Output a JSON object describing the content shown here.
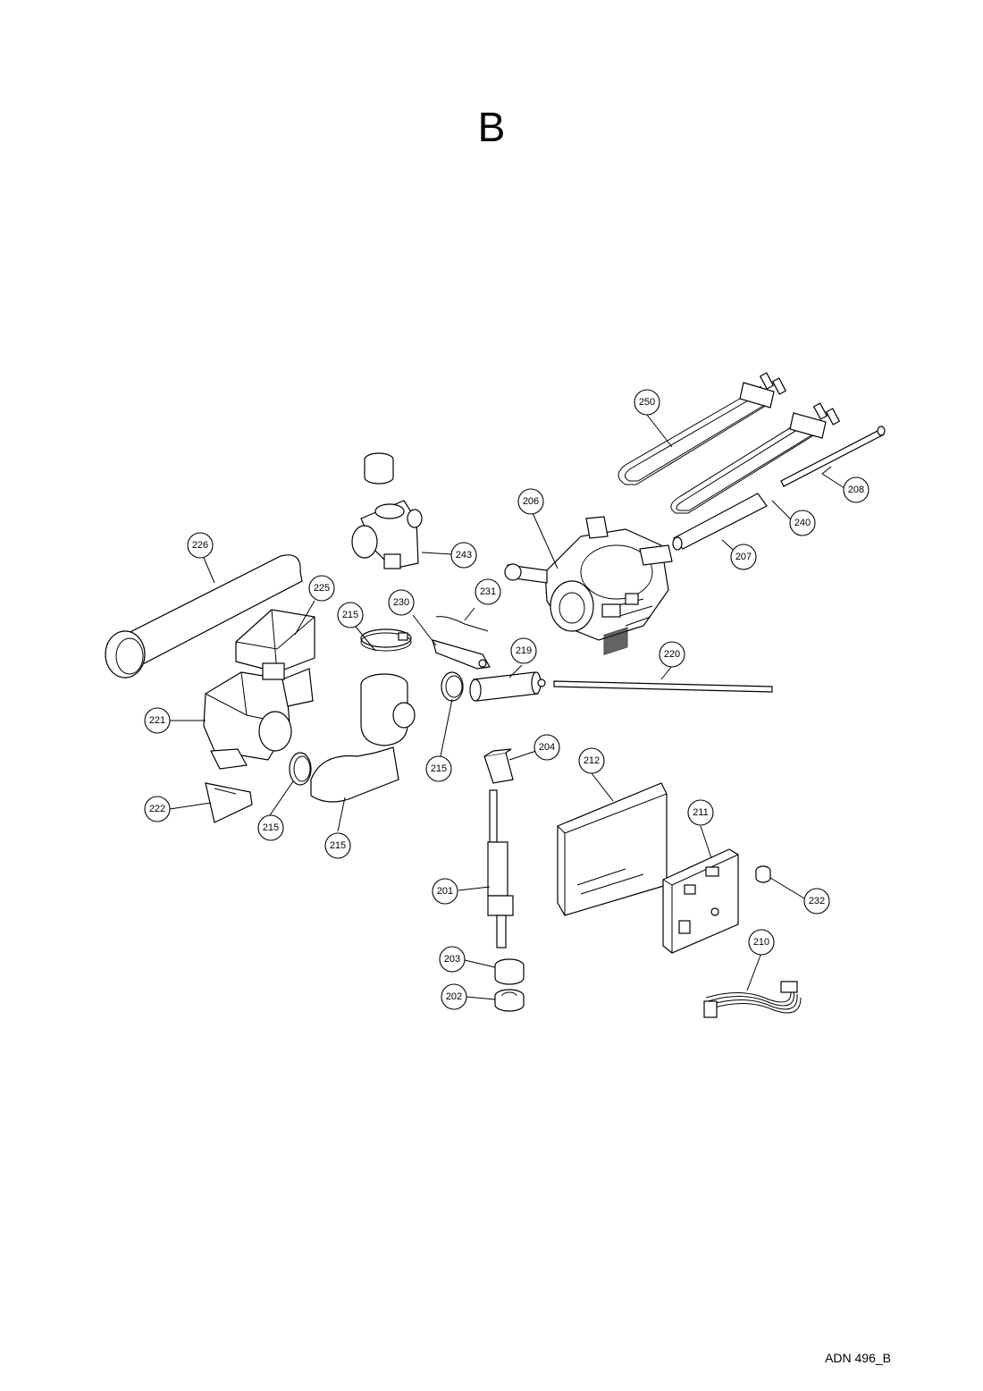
{
  "section_letter": "B",
  "footer_code": "ADN 496_B",
  "callouts": [
    "250",
    "206",
    "208",
    "240",
    "207",
    "243",
    "226",
    "225",
    "231",
    "230",
    "215",
    "219",
    "220",
    "221",
    "204",
    "212",
    "222",
    "211",
    "201",
    "232",
    "203",
    "210",
    "202"
  ]
}
